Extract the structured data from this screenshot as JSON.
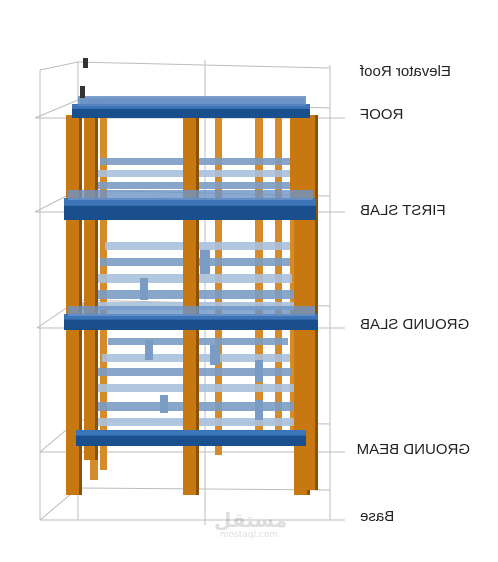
{
  "levels": {
    "elevator_roof": "Elevator Roof",
    "roof": "ROOF",
    "first_slab": "FIRST SLAB",
    "ground_slab": "GROUND SLAB",
    "ground_beam": "GROUND BEAM",
    "base": "Base"
  },
  "watermark": {
    "arabic": "مستقل",
    "latin": "mostaql.com"
  },
  "colors": {
    "column": "#c87810",
    "column_edge": "#8a5208",
    "edge_beam": "#1a4f8e",
    "edge_beam_top": "#3c74b8",
    "slab_beam": "#7a9cc4",
    "slab_beam_light": "#a8c0dc",
    "grid_line": "#bdbdbd"
  }
}
